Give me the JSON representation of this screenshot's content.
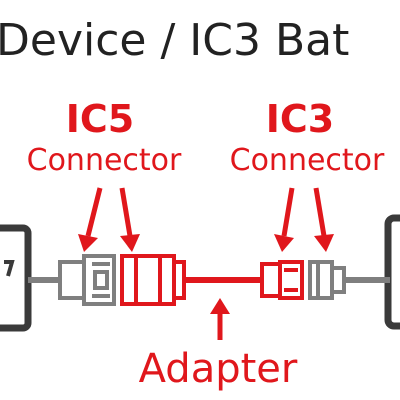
{
  "title": "Device / IC3 Bat",
  "labels": {
    "ic5_name": "IC5",
    "ic5_sub": "Connector",
    "ic3_name": "IC3",
    "ic3_sub": "Connector",
    "adapter": "Adapter"
  },
  "colors": {
    "accent": "#e0171c",
    "gray": "#7f7f7f",
    "dark": "#3a3a3a",
    "text": "#222222"
  }
}
